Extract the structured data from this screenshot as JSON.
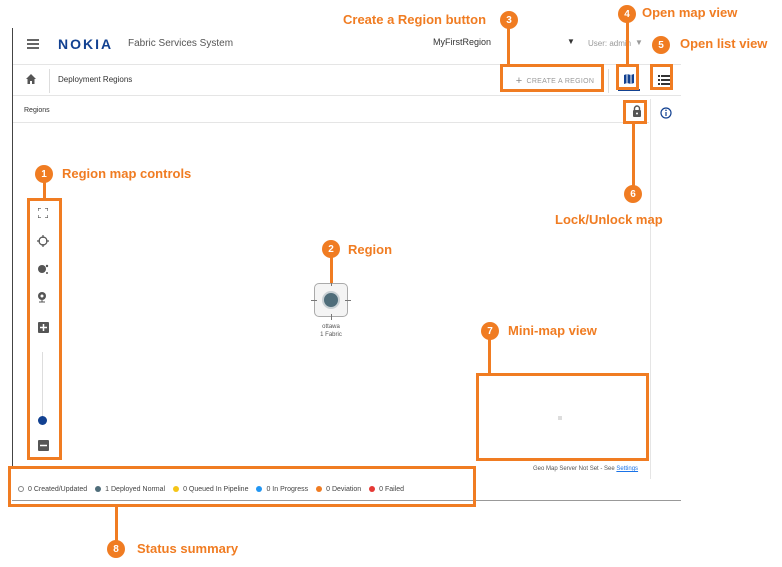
{
  "topbar": {
    "logo": "NOKIA",
    "product": "Fabric Services System",
    "region": "MyFirstRegion",
    "user": "User: admin"
  },
  "toolbar": {
    "breadcrumb": "Deployment Regions",
    "create_label": "CREATE A REGION"
  },
  "panel": {
    "title": "Regions"
  },
  "region": {
    "name": "ottawa",
    "subtitle": "1 Fabric"
  },
  "geo_note": {
    "text": "Geo Map Server Not Set - See",
    "link": "Settings"
  },
  "status": [
    {
      "label": "0 Created/Updated",
      "color": "#ffffff"
    },
    {
      "label": "1 Deployed Normal",
      "color": "#4f6d7a"
    },
    {
      "label": "0 Queued In Pipeline",
      "color": "#f5c518"
    },
    {
      "label": "0 In Progress",
      "color": "#2196f3"
    },
    {
      "label": "0 Deviation",
      "color": "#f07c22"
    },
    {
      "label": "0 Failed",
      "color": "#e53935"
    }
  ],
  "annotations": [
    {
      "num": "1",
      "label": "Region map controls"
    },
    {
      "num": "2",
      "label": "Region"
    },
    {
      "num": "3",
      "label": "Create a Region button"
    },
    {
      "num": "4",
      "label": "Open map view"
    },
    {
      "num": "5",
      "label": "Open list view"
    },
    {
      "num": "6",
      "label": "Lock/Unlock map"
    },
    {
      "num": "7",
      "label": "Mini-map view"
    },
    {
      "num": "8",
      "label": "Status summary"
    }
  ],
  "colors": {
    "accent": "#124191",
    "annotation": "#f07c22"
  }
}
